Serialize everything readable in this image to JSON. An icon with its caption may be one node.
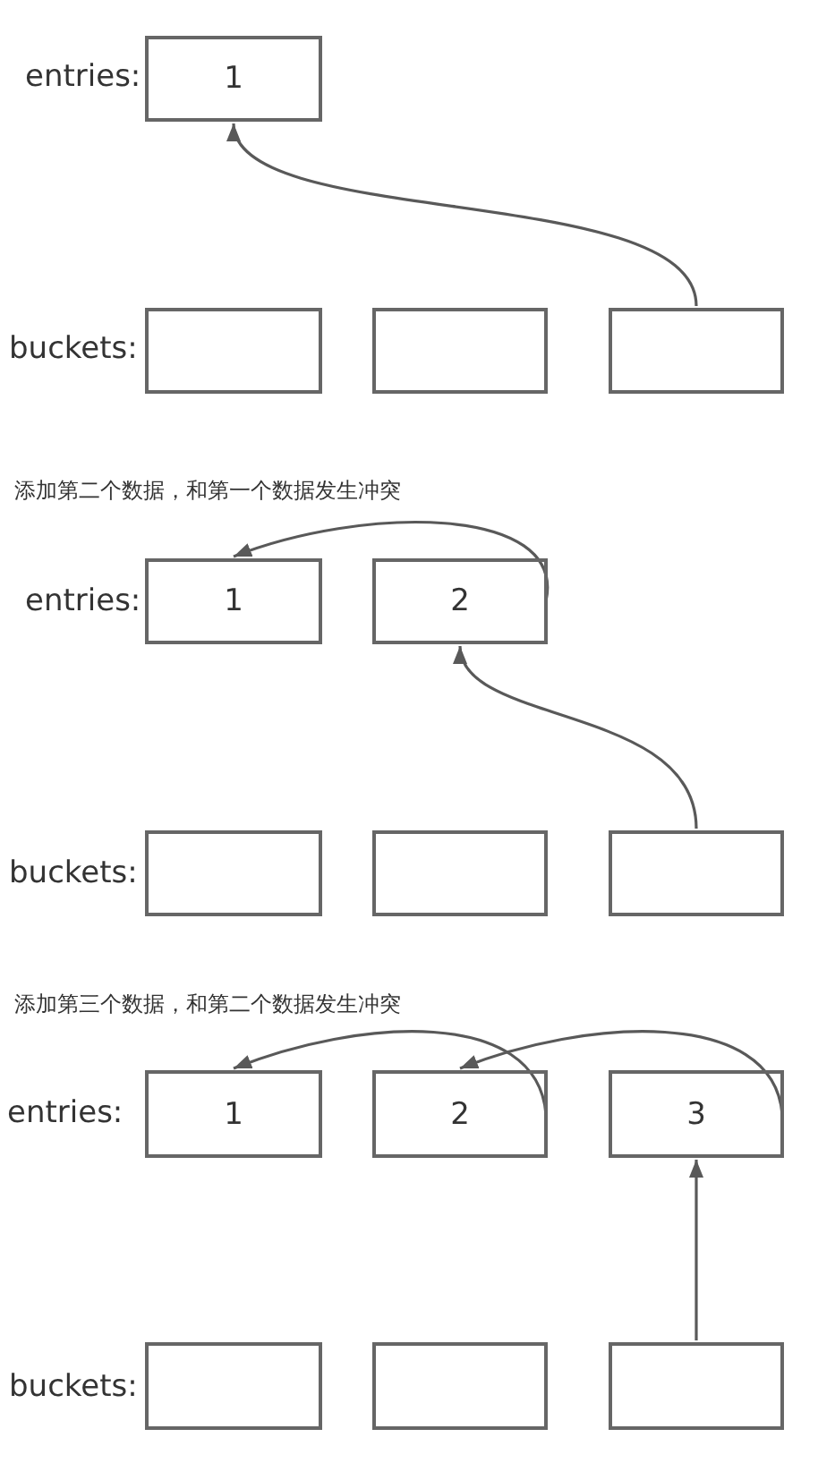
{
  "diagram": {
    "nodes": [
      {
        "text": [
          "1"
        ],
        "beside": [
          "entries:"
        ]
      },
      {
        "text": [],
        "shape": "box",
        "beside": [
          "buckets:"
        ]
      },
      {
        "text": [],
        "shape": "box"
      },
      {
        "text": [],
        "shape": "box"
      },
      {
        "text": [
          "1"
        ],
        "beside": [
          "entries:"
        ]
      },
      {
        "text": [
          "2"
        ]
      },
      {
        "text": [],
        "shape": "box",
        "beside": [
          "buckets:"
        ]
      },
      {
        "text": [],
        "shape": "box"
      },
      {
        "text": [],
        "shape": "box"
      },
      {
        "text": [
          "1"
        ],
        "beside": [
          "entries:"
        ]
      },
      {
        "text": [
          "2"
        ]
      },
      {
        "text": [
          "3"
        ]
      },
      {
        "text": [],
        "shape": "box",
        "beside": [
          "buckets:"
        ]
      },
      {
        "text": [],
        "shape": "box"
      },
      {
        "text": [],
        "shape": "box"
      }
    ],
    "edges": [
      {
        "from": 3,
        "to": 0,
        "arrow": "to"
      },
      {
        "from": 8,
        "to": 5,
        "arrow": "to"
      },
      {
        "from": 5,
        "to": 4,
        "arrow": "to"
      },
      {
        "from": 14,
        "to": 11,
        "arrow": "to"
      },
      {
        "from": 11,
        "to": 10,
        "arrow": "to"
      },
      {
        "from": 10,
        "to": 9,
        "arrow": "to"
      }
    ],
    "labels": [
      "添加第二个数据，和第一个数据发生冲突",
      "添加第三个数据，和第二个数据发生冲突"
    ]
  }
}
